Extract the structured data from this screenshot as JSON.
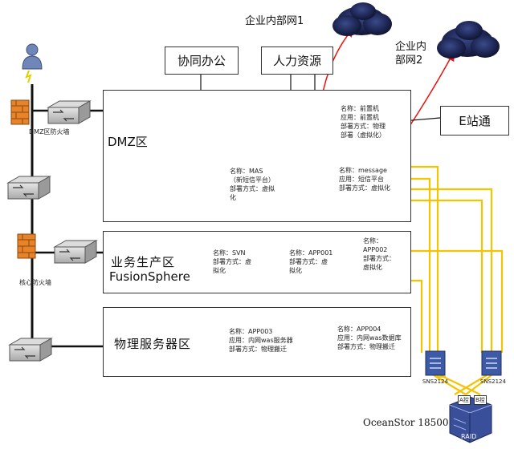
{
  "clouds": {
    "intranet1": "企业内部网1",
    "intranet2_line1": "企业内",
    "intranet2_line2": "部网2"
  },
  "callouts": {
    "collab": "协同办公",
    "hr": "人力资源",
    "estation": "E站通"
  },
  "zones": {
    "dmz": "DMZ区",
    "prod_line1": "业务生产区",
    "prod_line2": "FusionSphere",
    "physical": "物理服务器区"
  },
  "firewalls": {
    "dmz": "DMZ区防火墙",
    "core": "核心防火墙"
  },
  "servers": {
    "frontend": [
      "名称：前置机",
      "应用：前置机",
      "部署方式：物理",
      "部署（虚拟化）"
    ],
    "mas": [
      "名称：MAS",
      "（新短信平台）",
      "部署方式：虚拟",
      "化"
    ],
    "message": [
      "名称：message",
      "应用：短信平台",
      "部署方式：虚拟化"
    ],
    "svn": [
      "名称：SVN",
      "部署方式：虚",
      "拟化"
    ],
    "app001": [
      "名称：APP001",
      "部署方式：虚",
      "拟化"
    ],
    "app002": [
      "名称：",
      "APP002",
      "部署方式：",
      "虚拟化"
    ],
    "app003": [
      "名称：APP003",
      "应用：内网was服务器",
      "部署方式：物理搬迁"
    ],
    "app004": [
      "名称：APP004",
      "应用：内网was数据库",
      "部署方式：物理搬迁"
    ]
  },
  "storage": {
    "switch_left": "SNS2124",
    "switch_right": "SNS2124",
    "port_a": "A控",
    "port_b": "B控",
    "raid": "RAID",
    "name": "OceanStor 18500"
  },
  "colors": {
    "red_link": "#e8140c",
    "fc_link": "#f5c400",
    "firewall": "#e8832a",
    "cloud": "#1a1a2e"
  }
}
